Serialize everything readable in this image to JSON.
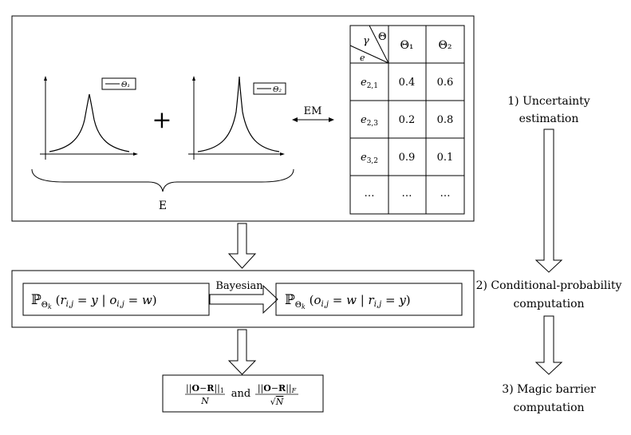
{
  "top_panel": {
    "legend_1": "Θ₁",
    "legend_2": "Θ₂",
    "plus": "+",
    "em_label": "EM",
    "brace_label": "E"
  },
  "param_table": {
    "corner_gamma": "γ",
    "corner_theta": "Θ",
    "corner_e": "e",
    "columns": [
      "Θ₁",
      "Θ₂"
    ],
    "rows": [
      {
        "label": "e",
        "sub": "2,1",
        "values": [
          "0.4",
          "0.6"
        ]
      },
      {
        "label": "e",
        "sub": "2,3",
        "values": [
          "0.2",
          "0.8"
        ]
      },
      {
        "label": "e",
        "sub": "3,2",
        "values": [
          "0.9",
          "0.1"
        ]
      },
      {
        "label": "…",
        "sub": "",
        "values": [
          "…",
          "…"
        ]
      }
    ]
  },
  "middle_panel": {
    "left_formula": "ℙΘk (ri,j = y | oi,j = w)",
    "right_formula": "ℙΘk (oi,j = w | ri,j = y)",
    "arrow_label": "Bayesian"
  },
  "bottom_box": {
    "formula_1": "||O−R||1 / N",
    "connector": "and",
    "formula_2": "||O−R||F / √N"
  },
  "steps": [
    {
      "line1": "1) Uncertainty",
      "line2": "estimation"
    },
    {
      "line1": "2) Conditional-probability",
      "line2": "computation"
    },
    {
      "line1": "3) Magic barrier",
      "line2": "computation"
    }
  ]
}
